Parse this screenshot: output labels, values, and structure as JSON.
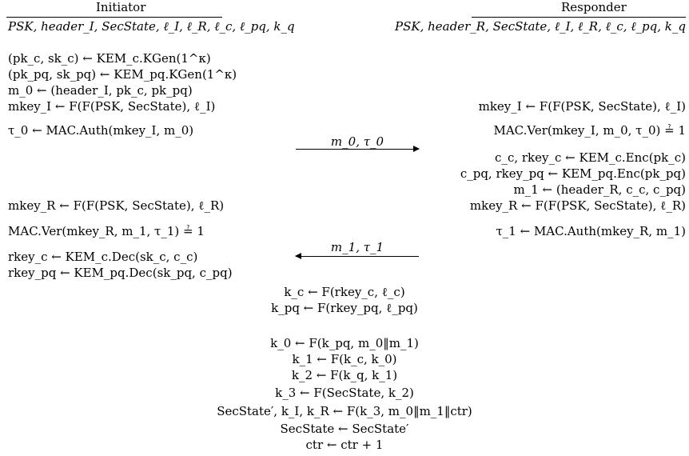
{
  "headers": {
    "initiator": "Initiator",
    "responder": "Responder"
  },
  "inputs": {
    "initiator": "PSK, header_I, SecState, ℓ_I, ℓ_R, ℓ_c, ℓ_pq, k_q",
    "responder": "PSK, header_R, SecState, ℓ_I, ℓ_R, ℓ_c, ℓ_pq, k_q"
  },
  "initiator_steps": [
    "(pk_c, sk_c) ← KEM_c.KGen(1^κ)",
    "(pk_pq, sk_pq) ← KEM_pq.KGen(1^κ)",
    "m_0 ← (header_I, pk_c, pk_pq)",
    "mkey_I ← F(F(PSK, SecState), ℓ_I)",
    "τ_0 ← MAC.Auth(mkey_I, m_0)"
  ],
  "responder_steps_1": [
    "mkey_I ← F(F(PSK, SecState), ℓ_I)",
    "MAC.Ver(mkey_I, m_0, τ_0) ≟ 1",
    "c_c, rkey_c ← KEM_c.Enc(pk_c)",
    "c_pq, rkey_pq ← KEM_pq.Enc(pk_pq)",
    "m_1 ← (header_R, c_c, c_pq)",
    "mkey_R ← F(F(PSK, SecState), ℓ_R)",
    "τ_1 ← MAC.Auth(mkey_R, m_1)"
  ],
  "initiator_steps_2": [
    "mkey_R ← F(F(PSK, SecState), ℓ_R)",
    "MAC.Ver(mkey_R, m_1, τ_1) ≟ 1",
    "rkey_c ← KEM_c.Dec(sk_c, c_c)",
    "rkey_pq ← KEM_pq.Dec(sk_pq, c_pq)"
  ],
  "messages": {
    "msg1": "m_0, τ_0",
    "msg2": "m_1, τ_1"
  },
  "derivation": [
    "k_c ← F(rkey_c, ℓ_c)",
    "k_pq ← F(rkey_pq, ℓ_pq)",
    "k_0 ← F(k_pq, m_0‖m_1)",
    "k_1 ← F(k_c, k_0)",
    "k_2 ← F(k_q, k_1)",
    "k_3 ← F(SecState, k_2)",
    "SecState′, k_I, k_R ← F(k_3, m_0‖m_1‖ctr)",
    "SecState ← SecState′",
    "ctr ← ctr + 1"
  ]
}
